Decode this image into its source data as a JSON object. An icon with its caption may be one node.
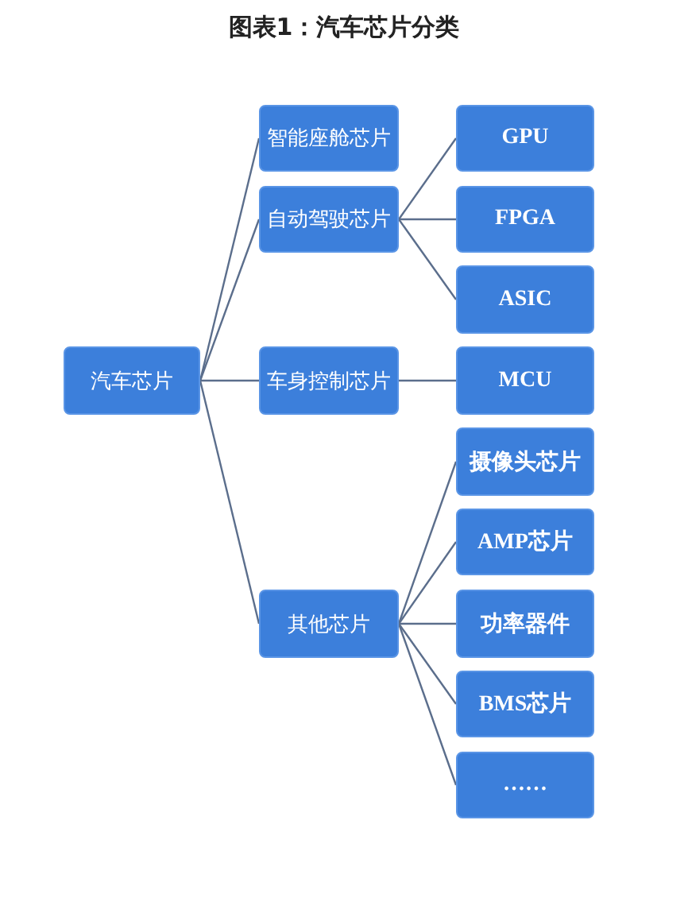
{
  "diagram": {
    "title": "图表1：汽车芯片分类",
    "nodes": [
      {
        "text": [
          "汽车芯片"
        ]
      },
      {
        "text": [
          "智能座舱芯片"
        ]
      },
      {
        "text": [
          "自动驾驶芯片"
        ]
      },
      {
        "text": [
          "车身控制芯片"
        ]
      },
      {
        "text": [
          "其他芯片"
        ]
      },
      {
        "text": [
          "GPU"
        ]
      },
      {
        "text": [
          "FPGA"
        ]
      },
      {
        "text": [
          "ASIC"
        ]
      },
      {
        "text": [
          "MCU"
        ]
      },
      {
        "text": [
          "摄像头芯片"
        ]
      },
      {
        "text": [
          "AMP芯片"
        ]
      },
      {
        "text": [
          "功率器件"
        ]
      },
      {
        "text": [
          "BMS芯片"
        ]
      },
      {
        "text": [
          "……"
        ]
      }
    ],
    "edges": [
      {
        "from": 0,
        "to": 1,
        "arrow": "none"
      },
      {
        "from": 0,
        "to": 2,
        "arrow": "none"
      },
      {
        "from": 0,
        "to": 3,
        "arrow": "none"
      },
      {
        "from": 0,
        "to": 4,
        "arrow": "none"
      },
      {
        "from": 2,
        "to": 5,
        "arrow": "none"
      },
      {
        "from": 2,
        "to": 6,
        "arrow": "none"
      },
      {
        "from": 2,
        "to": 7,
        "arrow": "none"
      },
      {
        "from": 3,
        "to": 8,
        "arrow": "none"
      },
      {
        "from": 4,
        "to": 9,
        "arrow": "none"
      },
      {
        "from": 4,
        "to": 10,
        "arrow": "none"
      },
      {
        "from": 4,
        "to": 11,
        "arrow": "none"
      },
      {
        "from": 4,
        "to": 12,
        "arrow": "none"
      },
      {
        "from": 4,
        "to": 13,
        "arrow": "none"
      }
    ]
  }
}
